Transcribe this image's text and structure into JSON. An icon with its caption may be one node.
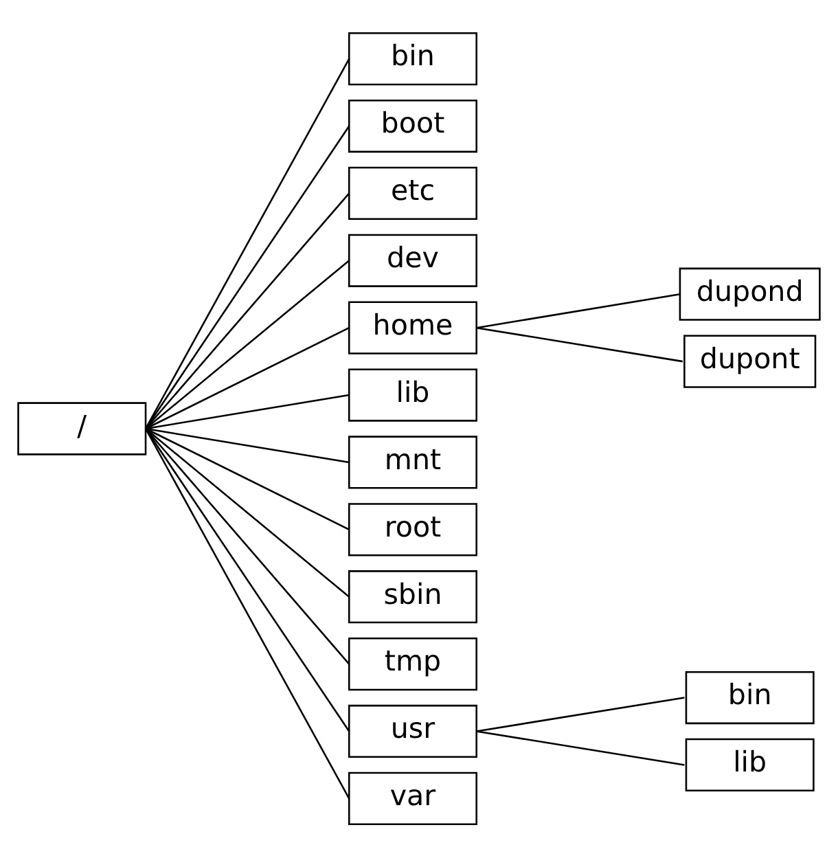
{
  "diagram": {
    "nodes": [
      {
        "text": [
          "/"
        ]
      },
      {
        "text": [
          "bin"
        ]
      },
      {
        "text": [
          "boot"
        ]
      },
      {
        "text": [
          "etc"
        ]
      },
      {
        "text": [
          "dev"
        ]
      },
      {
        "text": [
          "home"
        ]
      },
      {
        "text": [
          "lib"
        ]
      },
      {
        "text": [
          "mnt"
        ]
      },
      {
        "text": [
          "root"
        ]
      },
      {
        "text": [
          "sbin"
        ]
      },
      {
        "text": [
          "tmp"
        ]
      },
      {
        "text": [
          "usr"
        ]
      },
      {
        "text": [
          "var"
        ]
      },
      {
        "text": [
          "dupond"
        ]
      },
      {
        "text": [
          "dupont"
        ]
      },
      {
        "text": [
          "bin"
        ]
      },
      {
        "text": [
          "lib"
        ]
      }
    ],
    "edges": [
      {
        "from": 0,
        "to": 1,
        "arrow": "none"
      },
      {
        "from": 0,
        "to": 2,
        "arrow": "none"
      },
      {
        "from": 0,
        "to": 3,
        "arrow": "none"
      },
      {
        "from": 0,
        "to": 4,
        "arrow": "none"
      },
      {
        "from": 0,
        "to": 5,
        "arrow": "none"
      },
      {
        "from": 0,
        "to": 6,
        "arrow": "none"
      },
      {
        "from": 0,
        "to": 7,
        "arrow": "none"
      },
      {
        "from": 0,
        "to": 8,
        "arrow": "none"
      },
      {
        "from": 0,
        "to": 9,
        "arrow": "none"
      },
      {
        "from": 0,
        "to": 10,
        "arrow": "none"
      },
      {
        "from": 0,
        "to": 11,
        "arrow": "none"
      },
      {
        "from": 0,
        "to": 12,
        "arrow": "none"
      },
      {
        "from": 5,
        "to": 13,
        "arrow": "none"
      },
      {
        "from": 5,
        "to": 14,
        "arrow": "none"
      },
      {
        "from": 11,
        "to": 15,
        "arrow": "none"
      },
      {
        "from": 11,
        "to": 16,
        "arrow": "none"
      }
    ]
  }
}
